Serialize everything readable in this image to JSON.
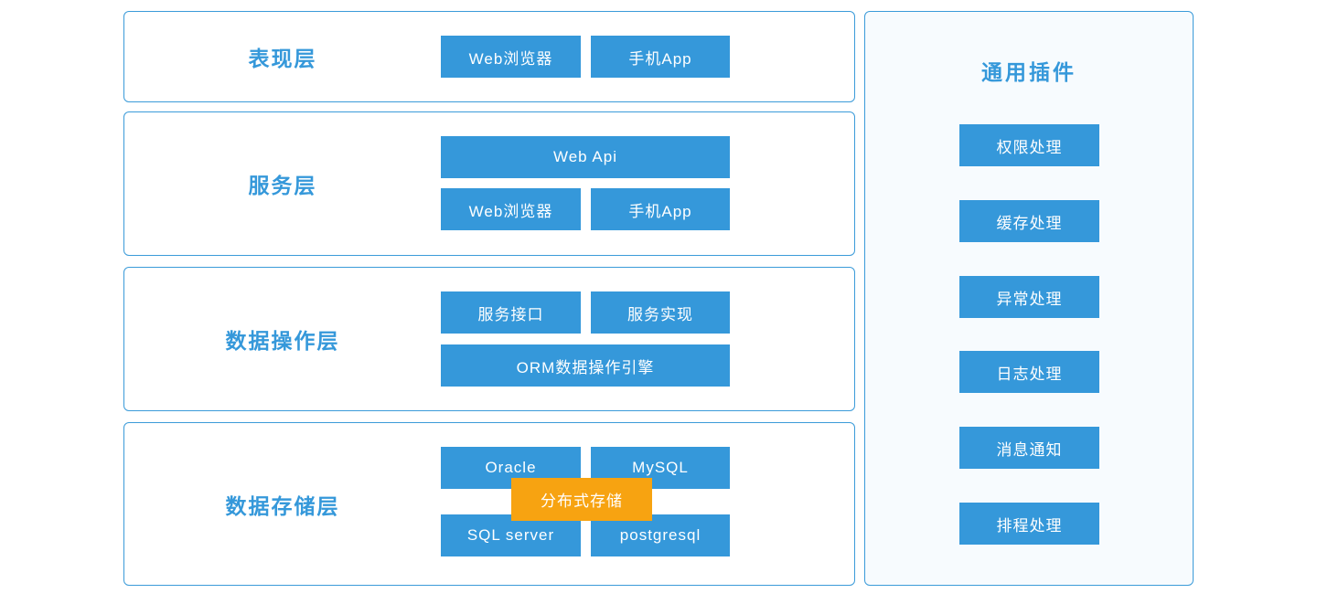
{
  "colors": {
    "node_blue": "#3598DA",
    "accent_orange": "#F7A311",
    "border_blue": "#3B9BD9",
    "title_blue": "#3598DA",
    "panel_background": "#F7FBFE",
    "node_text": "#FFFFFF"
  },
  "layers": [
    {
      "title": "表现层",
      "buttons": [
        "Web浏览器",
        "手机App"
      ]
    },
    {
      "title": "服务层",
      "buttons": [
        "Web Api",
        "Web浏览器",
        "手机App"
      ]
    },
    {
      "title": "数据操作层",
      "buttons": [
        "服务接口",
        "服务实现",
        "ORM数据操作引擎"
      ]
    },
    {
      "title": "数据存储层",
      "buttons": [
        "Oracle",
        "MySQL",
        "SQL server",
        "postgresql"
      ],
      "overlay": "分布式存储"
    }
  ],
  "plugin_panel": {
    "title": "通用插件",
    "buttons": [
      "权限处理",
      "缓存处理",
      "异常处理",
      "日志处理",
      "消息通知",
      "排程处理"
    ]
  }
}
